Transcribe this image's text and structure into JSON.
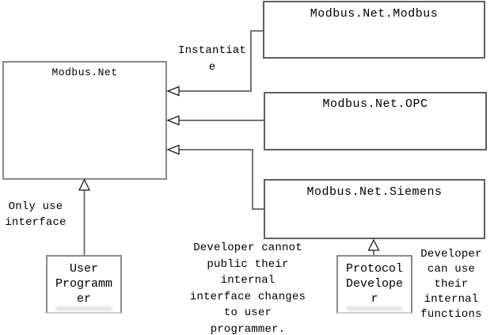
{
  "diagram": {
    "boxes": {
      "modbus_net": {
        "title": "Modbus.Net"
      },
      "modbus_net_modbus": {
        "title": "Modbus.Net.Modbus"
      },
      "modbus_net_opc": {
        "title": "Modbus.Net.OPC"
      },
      "modbus_net_siemens": {
        "title": "Modbus.Net.Siemens"
      },
      "user_programmer": {
        "lines": [
          "User",
          "Programm",
          "er"
        ]
      },
      "protocol_developer": {
        "lines": [
          "Protocol",
          "Develope",
          "r"
        ]
      }
    },
    "annotations": {
      "instantiate": {
        "lines": [
          "Instantiat",
          "e"
        ]
      },
      "only_use_interface": {
        "lines": [
          "Only use",
          "interface"
        ]
      },
      "developer_cannot": {
        "lines": [
          "Developer cannot",
          "public their",
          "internal",
          "interface changes",
          "to user",
          "programmer."
        ]
      },
      "developer_can": {
        "lines": [
          "Developer",
          "can use",
          "their",
          "internal",
          "functions"
        ]
      }
    },
    "colors": {
      "background": "#ffffff",
      "box_border": "#606060",
      "box_border_light": "#8a8a8a",
      "connector": "#757575",
      "arrowhead_fill": "#ffffff",
      "arrowhead_stroke": "#1c1c1c",
      "text": "#000000"
    }
  }
}
